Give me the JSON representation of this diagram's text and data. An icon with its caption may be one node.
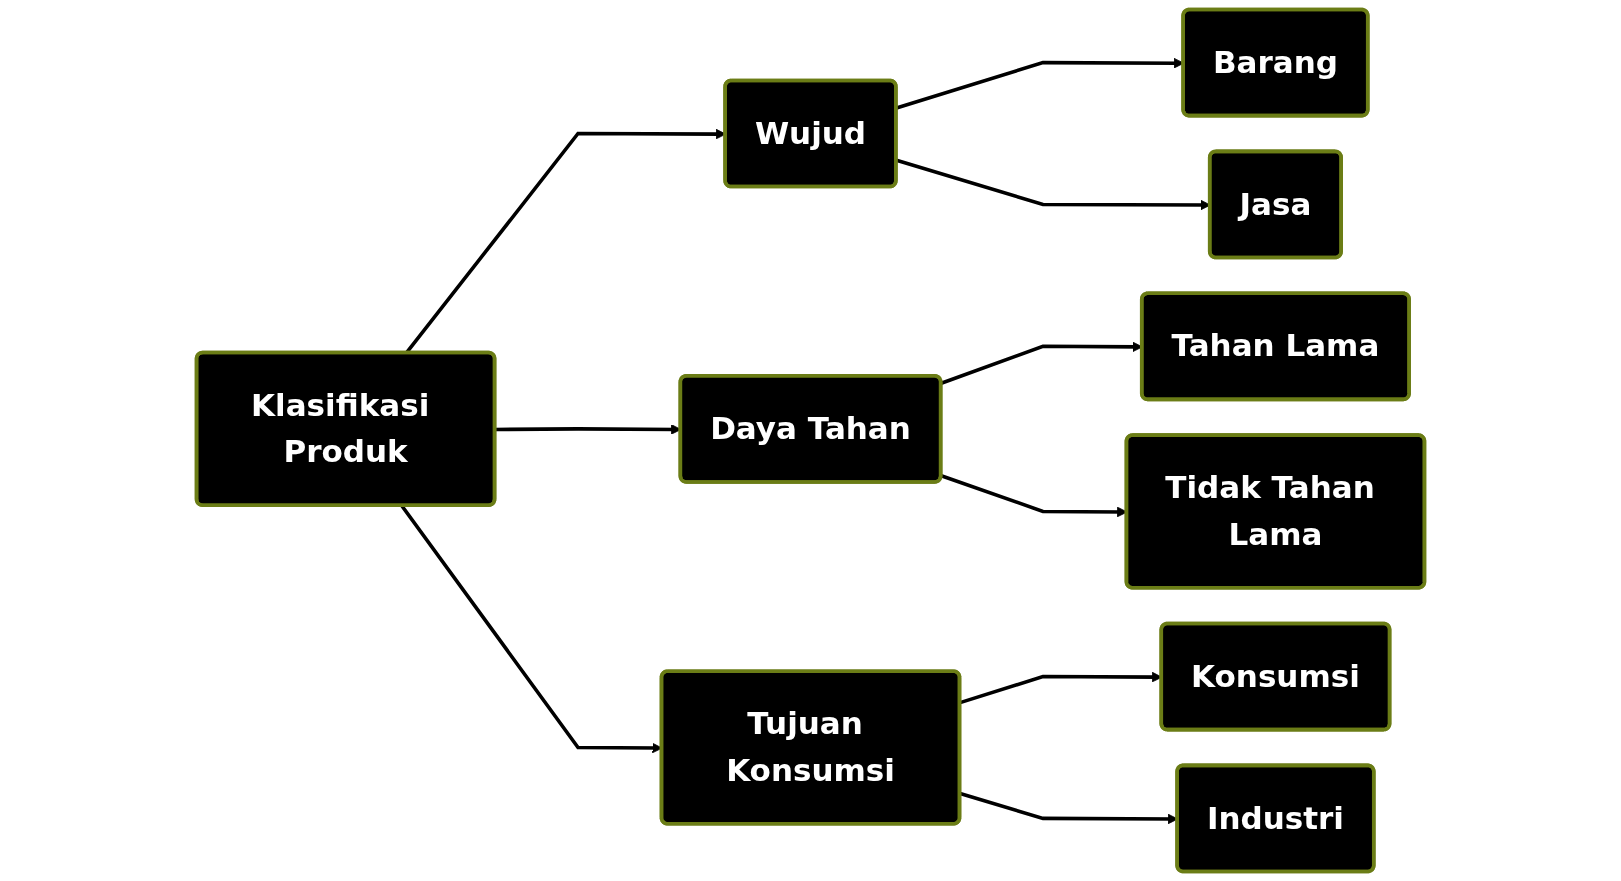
{
  "diagram": {
    "nodes": [
      {
        "text": [
          "Klasifikasi Produk"
        ]
      },
      {
        "text": [
          "Wujud"
        ]
      },
      {
        "text": [
          "Daya Tahan"
        ]
      },
      {
        "text": [
          "Tujuan Konsumsi"
        ]
      },
      {
        "text": [
          "Barang"
        ]
      },
      {
        "text": [
          "Jasa"
        ]
      },
      {
        "text": [
          "Tahan Lama"
        ]
      },
      {
        "text": [
          "Tidak Tahan Lama"
        ]
      },
      {
        "text": [
          "Konsumsi"
        ]
      },
      {
        "text": [
          "Industri"
        ]
      }
    ],
    "edges": [
      {
        "from": 0,
        "to": 1,
        "arrow": "to"
      },
      {
        "from": 0,
        "to": 2,
        "arrow": "to"
      },
      {
        "from": 0,
        "to": 3,
        "arrow": "to"
      },
      {
        "from": 1,
        "to": 4,
        "arrow": "to"
      },
      {
        "from": 1,
        "to": 5,
        "arrow": "to"
      },
      {
        "from": 2,
        "to": 6,
        "arrow": "to"
      },
      {
        "from": 2,
        "to": 7,
        "arrow": "to"
      },
      {
        "from": 3,
        "to": 8,
        "arrow": "to"
      },
      {
        "from": 3,
        "to": 9,
        "arrow": "to"
      }
    ]
  }
}
